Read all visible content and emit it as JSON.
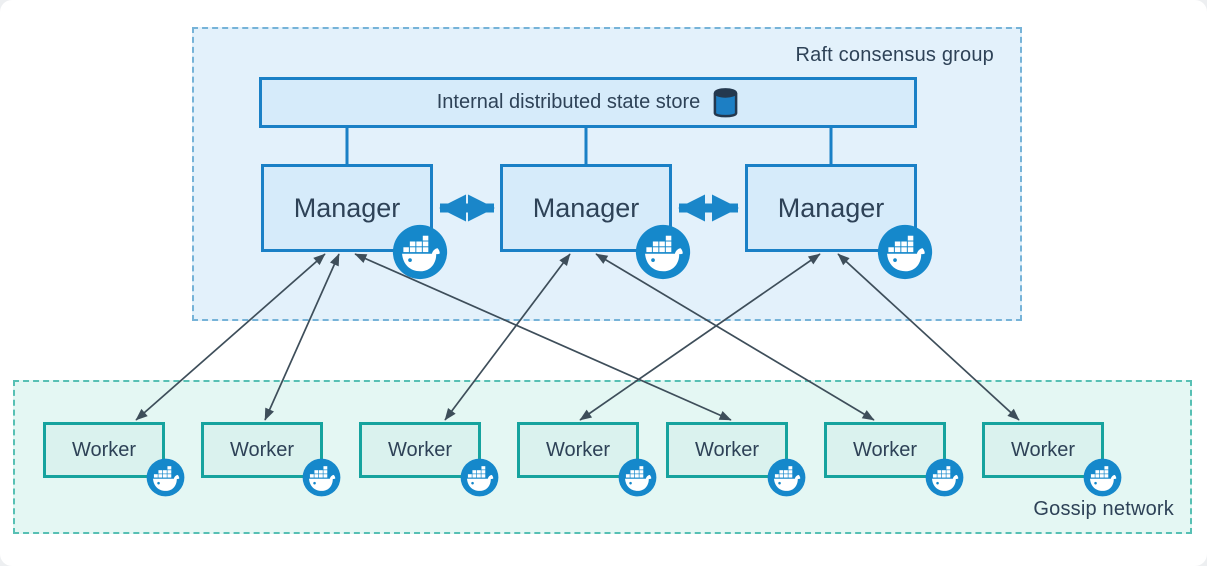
{
  "colors": {
    "raft-fill": "#e3f1fb",
    "raft-border": "#76b3d8",
    "node-blue-fill": "#d6ebfa",
    "node-blue-border": "#1a80c6",
    "thick-arrow": "#1a86c9",
    "gossip-fill": "#e4f7f3",
    "gossip-border": "#57c0b4",
    "worker-fill": "#daf2ee",
    "worker-border": "#16a39e",
    "whale-blue": "#1588cb",
    "db-blue": "#1d7fc4",
    "ink": "#24384e",
    "ink-arrow": "#3e4e5a",
    "text": "#2e4257"
  },
  "raft_group": {
    "label": "Raft consensus group",
    "store": {
      "label": "Internal distributed state store",
      "icon": "database-cylinder-icon"
    },
    "managers": [
      {
        "id": "manager-1",
        "label": "Manager"
      },
      {
        "id": "manager-2",
        "label": "Manager"
      },
      {
        "id": "manager-3",
        "label": "Manager"
      }
    ]
  },
  "gossip_network": {
    "label": "Gossip network",
    "workers": [
      {
        "id": "worker-1",
        "label": "Worker"
      },
      {
        "id": "worker-2",
        "label": "Worker"
      },
      {
        "id": "worker-3",
        "label": "Worker"
      },
      {
        "id": "worker-4",
        "label": "Worker"
      },
      {
        "id": "worker-5",
        "label": "Worker"
      },
      {
        "id": "worker-6",
        "label": "Worker"
      },
      {
        "id": "worker-7",
        "label": "Worker"
      }
    ]
  },
  "badges": {
    "node_badge_icon": "docker-whale-icon"
  },
  "connections": {
    "manager_peer_links": [
      {
        "from": "manager-1",
        "to": "manager-2",
        "style": "thick-blue-double-arrow"
      },
      {
        "from": "manager-2",
        "to": "manager-3",
        "style": "thick-blue-double-arrow"
      }
    ],
    "store_links": [
      {
        "from": "state-store",
        "to": "manager-1"
      },
      {
        "from": "state-store",
        "to": "manager-2"
      },
      {
        "from": "state-store",
        "to": "manager-3"
      }
    ],
    "manager_worker_links": [
      {
        "from": "manager-1",
        "to": "worker-1"
      },
      {
        "from": "manager-1",
        "to": "worker-2"
      },
      {
        "from": "manager-1",
        "to": "worker-5"
      },
      {
        "from": "manager-2",
        "to": "worker-3"
      },
      {
        "from": "manager-2",
        "to": "worker-6"
      },
      {
        "from": "manager-3",
        "to": "worker-4"
      },
      {
        "from": "manager-3",
        "to": "worker-7"
      }
    ]
  }
}
